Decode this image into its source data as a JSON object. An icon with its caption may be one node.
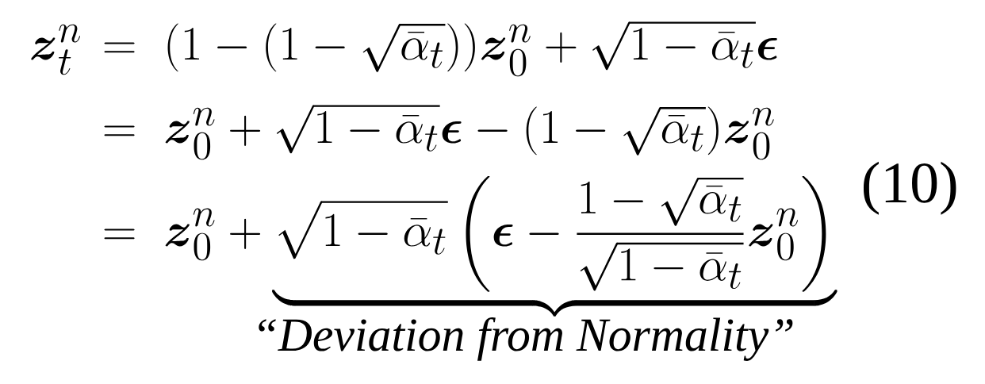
{
  "diagram": {
    "labels": [
      "\\boldsymbol{z}_t^n",
      "=\\;(1-(1-\\sqrt{\\bar{\\alpha}_t}))\\boldsymbol{z}_0^n+\\sqrt{1-\\bar{\\alpha}_t}\\boldsymbol{\\epsilon}",
      "=\\;\\boldsymbol{z}_0^n+\\sqrt{1-\\bar{\\alpha}_t}\\boldsymbol{\\epsilon}-(1-\\sqrt{\\bar{\\alpha}_t})\\boldsymbol{z}_0^n",
      "=\\;\\boldsymbol{z}_0^n+\\underbrace{\\sqrt{1-\\bar{\\alpha}_t}\\left(\\boldsymbol{\\epsilon}-\\frac{1-\\sqrt{\\bar{\\alpha}_t}}{\\sqrt{1-\\bar{\\alpha}_t}}\\boldsymbol{z}_0^n\\right)}",
      "(10)",
      "“Deviation from Normality”"
    ]
  }
}
